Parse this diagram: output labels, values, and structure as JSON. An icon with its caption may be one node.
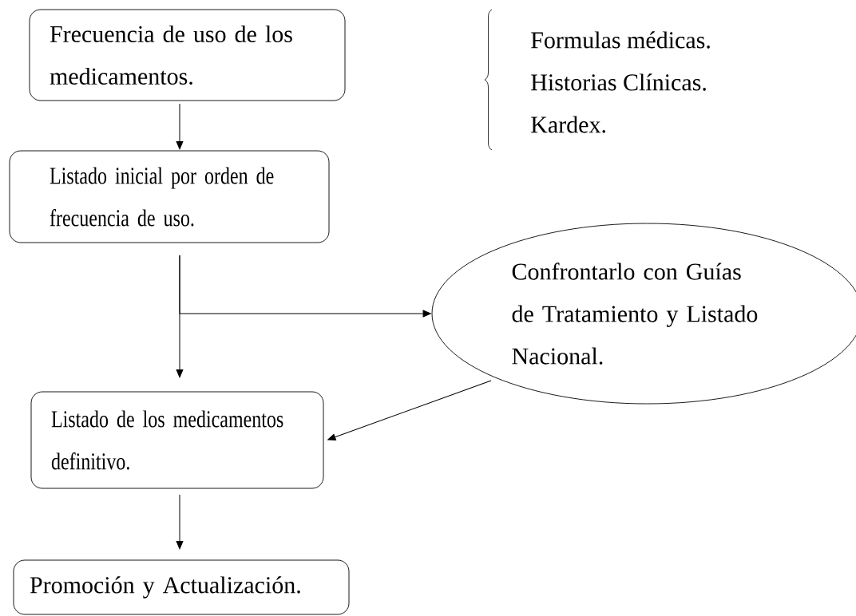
{
  "diagram": {
    "nodes": [
      {
        "text": [
          "Frecuencia de uso de los medicamentos."
        ]
      },
      {
        "text": [
          "Listado inicial por orden de frecuencia de uso."
        ]
      },
      {
        "text": [
          "Confrontarlo con Guías de Tratamiento y Listado Nacional."
        ]
      },
      {
        "text": [
          "Listado de los medicamentos definitivo."
        ]
      },
      {
        "text": [
          "Promoción y Actualización."
        ]
      }
    ],
    "edges": [
      {
        "from": 0,
        "to": 1,
        "arrow": "to"
      },
      {
        "from": 1,
        "to": 2,
        "arrow": "to"
      },
      {
        "from": 1,
        "to": 3,
        "arrow": "to"
      },
      {
        "from": 2,
        "to": 3,
        "arrow": "to"
      },
      {
        "from": 3,
        "to": 4,
        "arrow": "to"
      }
    ],
    "labels": [
      "Formulas médicas.",
      "Historias Clínicas.",
      "Kardex."
    ]
  }
}
